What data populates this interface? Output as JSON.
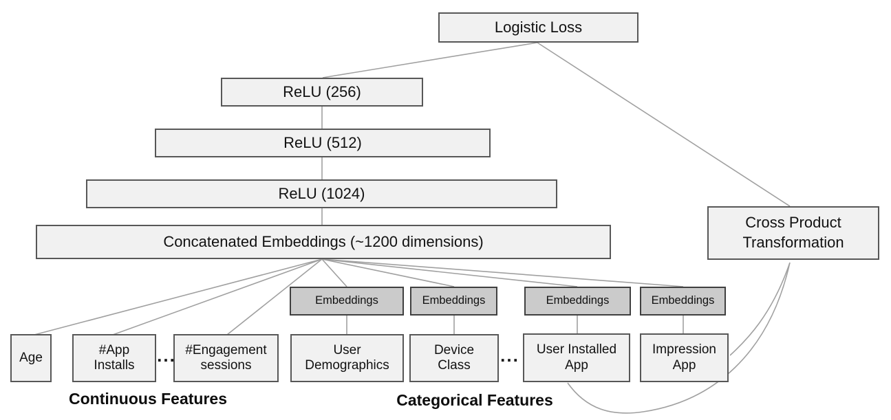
{
  "figure": {
    "deep_column": {
      "logistic_loss": "Logistic Loss",
      "relu_256": "ReLU (256)",
      "relu_512": "ReLU (512)",
      "relu_1024": "ReLU (1024)",
      "concatenated_embeddings": "Concatenated Embeddings (~1200 dimensions)"
    },
    "wide_column": {
      "cross_product_transformation": "Cross Product\nTransformation"
    },
    "embedding_boxes": [
      {
        "label": "Embeddings"
      },
      {
        "label": "Embeddings"
      },
      {
        "label": "Embeddings"
      },
      {
        "label": "Embeddings"
      }
    ],
    "feature_boxes": [
      {
        "label": "Age"
      },
      {
        "label": "#App\nInstalls"
      },
      {
        "label": "#Engagement\nsessions"
      },
      {
        "label": "User\nDemographics"
      },
      {
        "label": "Device\nClass"
      },
      {
        "label": "User Installed\nApp"
      },
      {
        "label": "Impression\nApp"
      }
    ],
    "ellipsis": "...",
    "group_labels": {
      "continuous": "Continuous Features",
      "categorical": "Categorical Features"
    },
    "colors": {
      "box_fill": "#f1f1f1",
      "box_border": "#575757",
      "embedding_fill": "#cbcbcb",
      "embedding_border": "#3f3f3f",
      "connector_line": "#a0a0a0",
      "text": "#111111",
      "background": "#ffffff"
    }
  }
}
